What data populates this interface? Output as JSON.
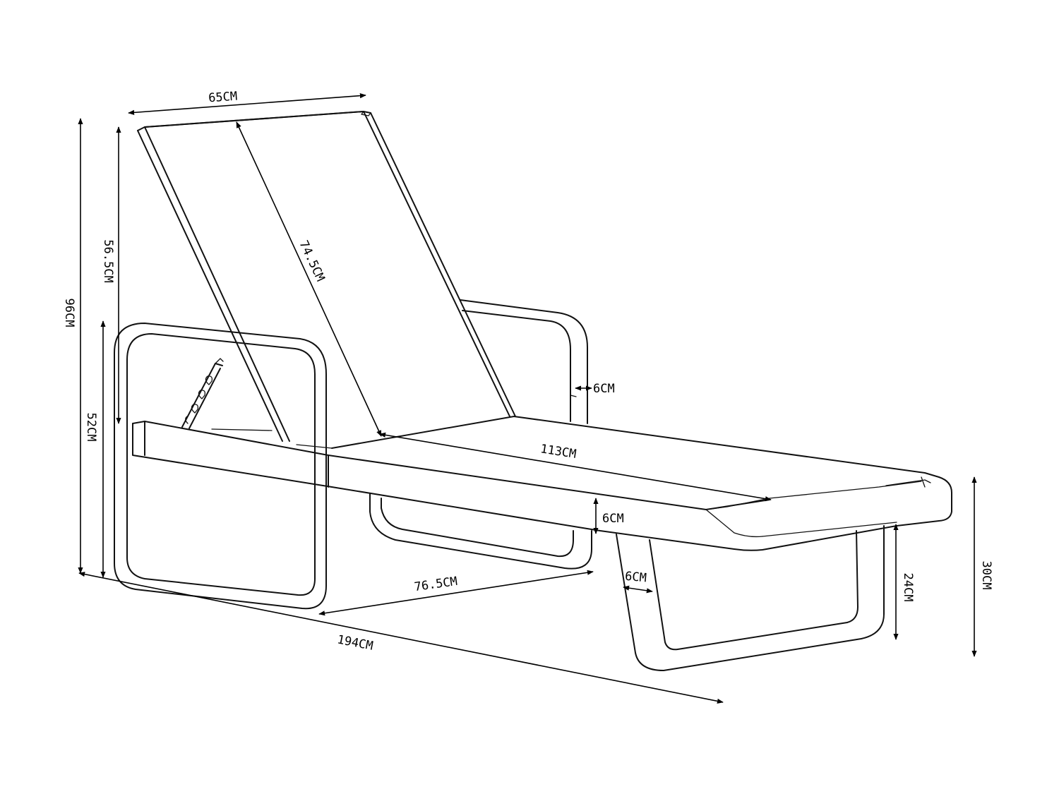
{
  "diagram": {
    "dimensions": {
      "backrest_width": "65CM",
      "total_height": "96CM",
      "backrest_height": "56.5CM",
      "backrest_length": "74.5CM",
      "armrest_height": "52CM",
      "armrest_depth": "6CM",
      "seat_length": "113CM",
      "seat_frame_thickness": "6CM",
      "leg_thickness": "6CM",
      "seat_width": "76.5CM",
      "total_length": "194CM",
      "leg_clearance": "24CM",
      "foot_height": "30CM"
    }
  }
}
